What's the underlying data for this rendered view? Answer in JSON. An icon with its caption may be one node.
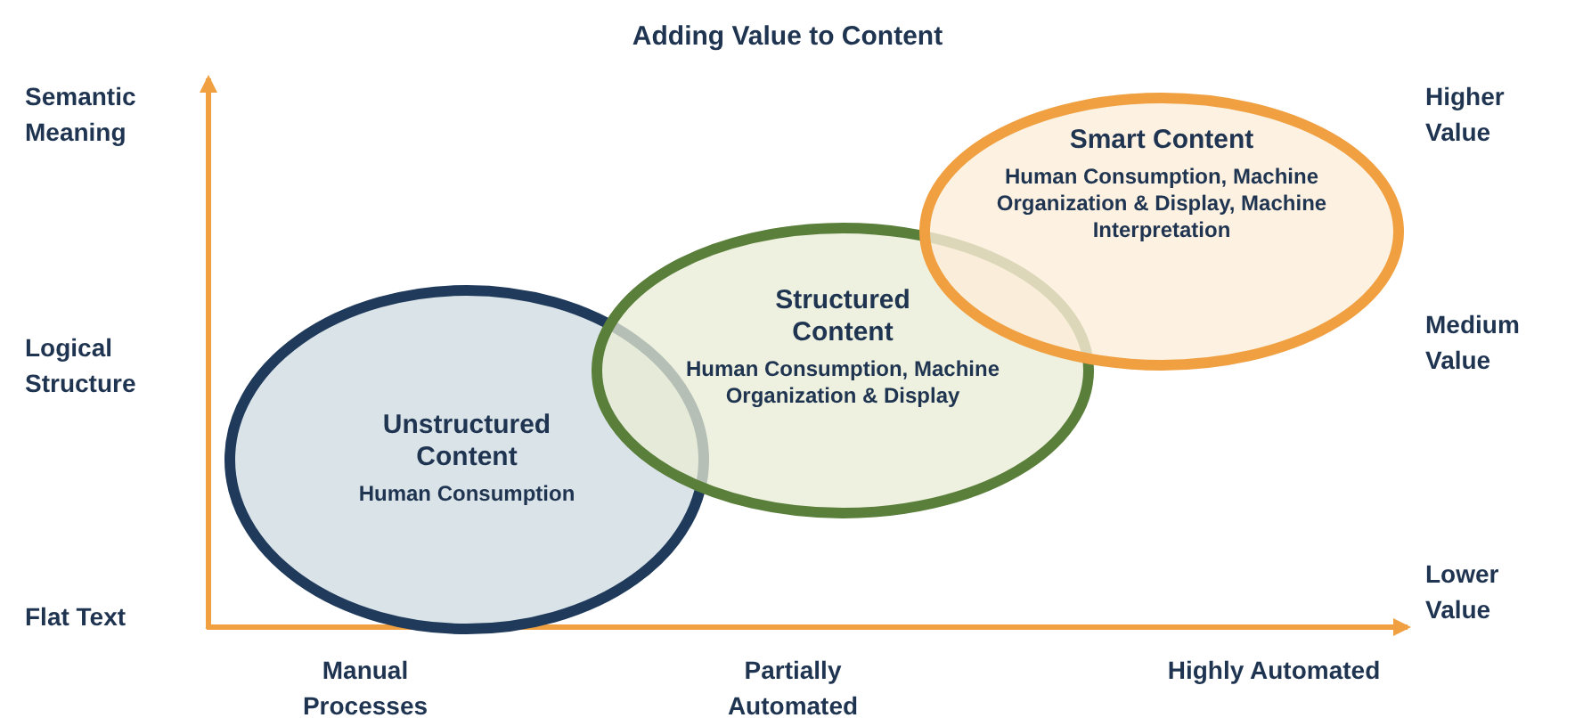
{
  "diagram": {
    "title": "Adding Value to Content",
    "nodes": [
      {
        "text": [
          "Unstructured Content",
          "Human Consumption"
        ]
      },
      {
        "text": [
          "Structured Content",
          "Human Consumption, Machine Organization & Display"
        ]
      },
      {
        "text": [
          "Smart Content",
          "Human Consumption, Machine Organization & Display, Machine Interpretation"
        ]
      }
    ],
    "labels": [
      "Semantic Meaning",
      "Higher Value",
      "Logical Structure",
      "Medium Value",
      "Flat Text",
      "Lower Value",
      "Manual Processes",
      "Partially Automated",
      "Highly Automated"
    ]
  }
}
